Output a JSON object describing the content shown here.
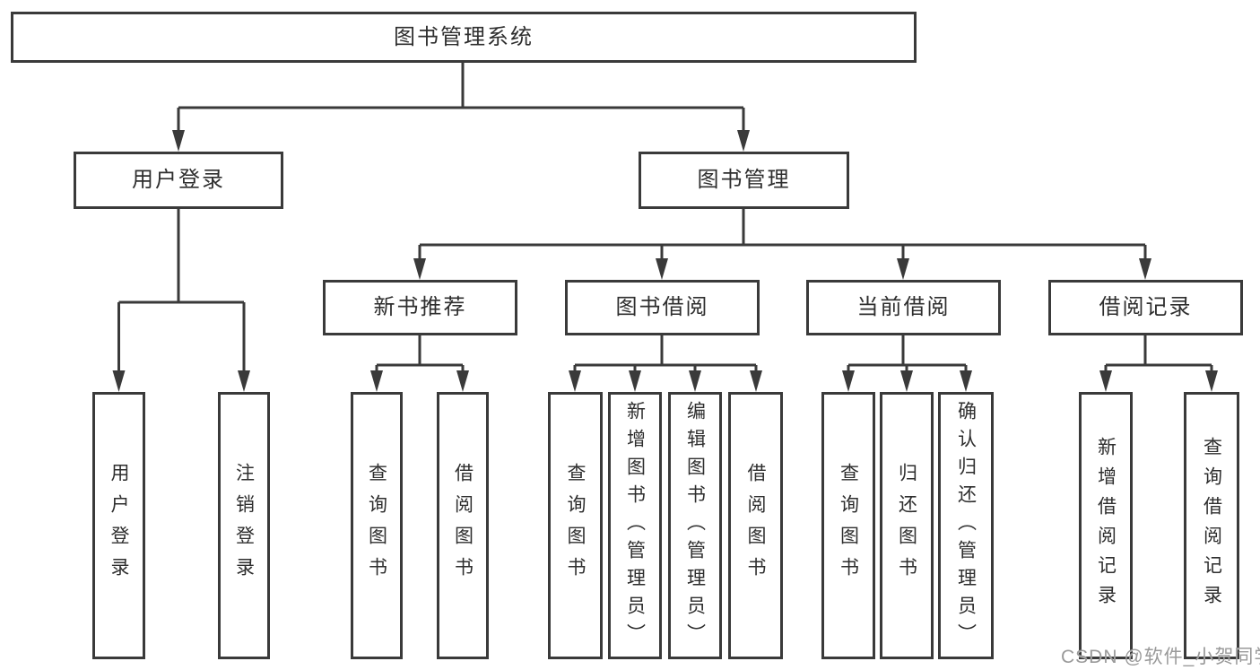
{
  "diagram": {
    "root": {
      "label": "图书管理系统"
    },
    "branches": [
      {
        "label": "用户登录",
        "children": [
          {
            "label": "用户登录"
          },
          {
            "label": "注销登录"
          }
        ]
      },
      {
        "label": "图书管理",
        "children": [
          {
            "label": "新书推荐",
            "children": [
              {
                "label": "查询图书"
              },
              {
                "label": "借阅图书"
              }
            ]
          },
          {
            "label": "图书借阅",
            "children": [
              {
                "label": "查询图书"
              },
              {
                "label": "新增图书（管理员）"
              },
              {
                "label": "编辑图书（管理员）"
              },
              {
                "label": "借阅图书"
              }
            ]
          },
          {
            "label": "当前借阅",
            "children": [
              {
                "label": "查询图书"
              },
              {
                "label": "归还图书"
              },
              {
                "label": "确认归还（管理员）"
              }
            ]
          },
          {
            "label": "借阅记录",
            "children": [
              {
                "label": "新增借阅记录"
              },
              {
                "label": "查询借阅记录"
              }
            ]
          }
        ]
      }
    ]
  },
  "watermark": {
    "text": "CSDN @软件_小贺同学"
  },
  "colors": {
    "line": "#3a3a3a",
    "box_border": "#3a3a3a",
    "text": "#2e2e2e",
    "watermark": "#9a9a9a",
    "background": "#ffffff"
  }
}
